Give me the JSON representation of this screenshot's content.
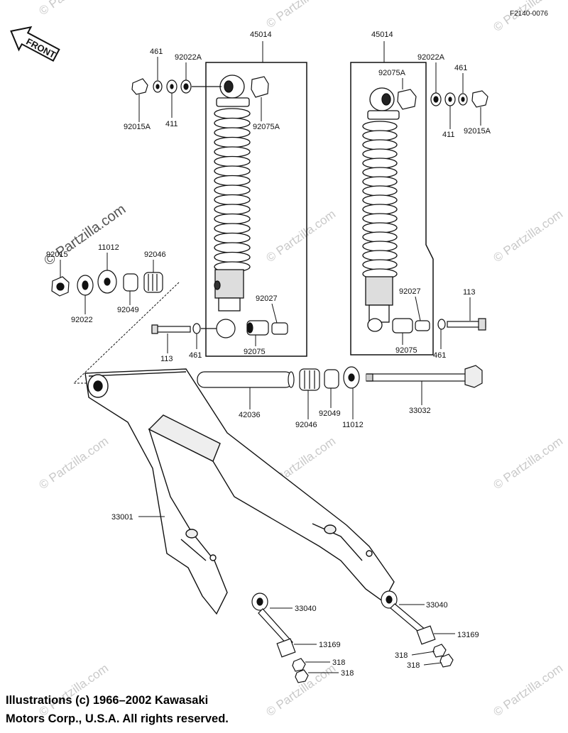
{
  "diagram_code": "F2140-0076",
  "front_label": "FRONT",
  "watermark": "© Partzilla.com",
  "copyright": {
    "line1": "Illustrations (c) 1966–2002 Kawasaki",
    "line2": "Motors Corp., U.S.A.  All rights reserved."
  },
  "parts": {
    "shock_left": "45014",
    "shock_right": "45014",
    "nut_cap_l": "92015A",
    "washer_461_l": "461",
    "washer_411_l": "411",
    "washer_92022A_l": "92022A",
    "bushing_92075A_l": "92075A",
    "bushing_92075A_r": "92075A",
    "washer_92022A_r": "92022A",
    "washer_461_r": "461",
    "washer_411_r": "411",
    "nut_cap_r": "92015A",
    "nut_92015": "92015",
    "spacer_11012_l": "11012",
    "bushing_92046_l": "92046",
    "washer_92022": "92022",
    "seal_92049_l": "92049",
    "collar_92027_l": "92027",
    "collar_92027_r": "92027",
    "bushing_92075_l": "92075",
    "bushing_92075_r": "92075",
    "bolt_113_l": "113",
    "washer_461_bl": "461",
    "bolt_113_r": "113",
    "washer_461_br": "461",
    "sleeve_42036": "42036",
    "bushing_92046_c": "92046",
    "seal_92049_c": "92049",
    "spacer_11012_c": "11012",
    "shaft_33032": "33032",
    "swingarm_33001": "33001",
    "adjuster_33040_l": "33040",
    "adjuster_33040_r": "33040",
    "block_13169_l": "13169",
    "block_13169_r": "13169",
    "nut_318_l1": "318",
    "nut_318_l2": "318",
    "nut_318_r1": "318",
    "nut_318_r2": "318"
  }
}
